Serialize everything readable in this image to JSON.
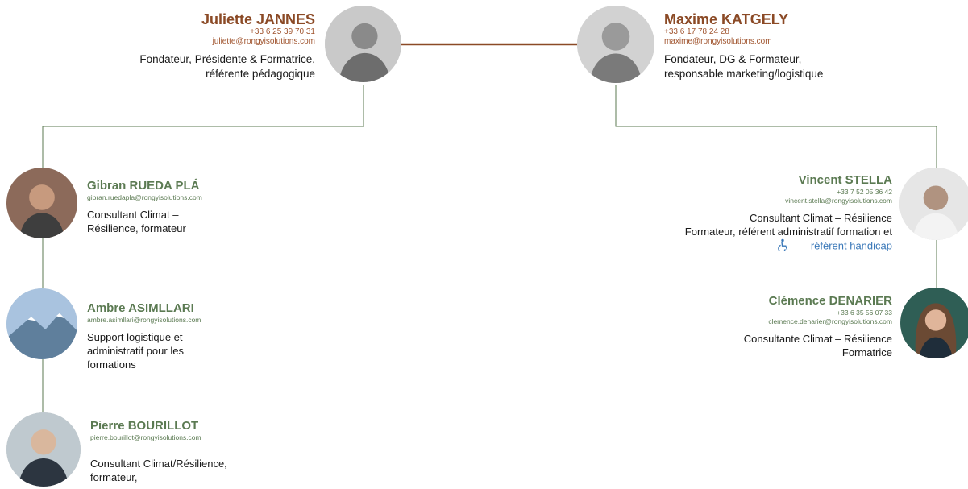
{
  "founders": [
    {
      "name": "Juliette JANNES",
      "phone": "+33 6 25 39 70 31",
      "email": "juliette@rongyisolutions.com",
      "role_lines": [
        "Fondateur, Présidente & Formatrice,",
        "référente pédagogique"
      ]
    },
    {
      "name": "Maxime KATGELY",
      "phone": "+33 6 17 78 24 28",
      "email": "maxime@rongyisolutions.com",
      "role_lines": [
        "Fondateur, DG & Formateur,",
        "responsable marketing/logistique"
      ]
    }
  ],
  "left_team": [
    {
      "name": "Gibran RUEDA PLÁ",
      "email": "gibran.ruedapla@rongyisolutions.com",
      "role_lines": [
        "Consultant Climat –",
        "Résilience, formateur"
      ]
    },
    {
      "name": "Ambre ASIMLLARI",
      "email": "ambre.asimllari@rongyisolutions.com",
      "role_lines": [
        "Support logistique et",
        "administratif pour les",
        "formations"
      ]
    },
    {
      "name": "Pierre BOURILLOT",
      "email": "pierre.bourillot@rongyisolutions.com",
      "role_lines": [
        "Consultant Climat/Résilience,",
        "formateur,"
      ]
    }
  ],
  "right_team": [
    {
      "name": "Vincent STELLA",
      "phone": "+33 7 52 05 36 42",
      "email": "vincent.stella@rongyisolutions.com",
      "role_lines": [
        "Consultant Climat – Résilience",
        "Formateur, référent administratif formation et",
        "référent handicap"
      ]
    },
    {
      "name": "Clémence DENARIER",
      "phone": "+33 6 35 56 07 33",
      "email": "clemence.denarier@rongyisolutions.com",
      "role_lines": [
        "Consultante Climat – Résilience",
        "Formatrice"
      ]
    }
  ],
  "icons": {
    "accessibility": "wheelchair-icon"
  },
  "colors": {
    "founder_accent": "#8b4a26",
    "team_accent": "#5b7a52",
    "connector_founders": "#8b4a26",
    "connector_team": "#5b7a52",
    "handicap_text": "#3a78b8"
  }
}
